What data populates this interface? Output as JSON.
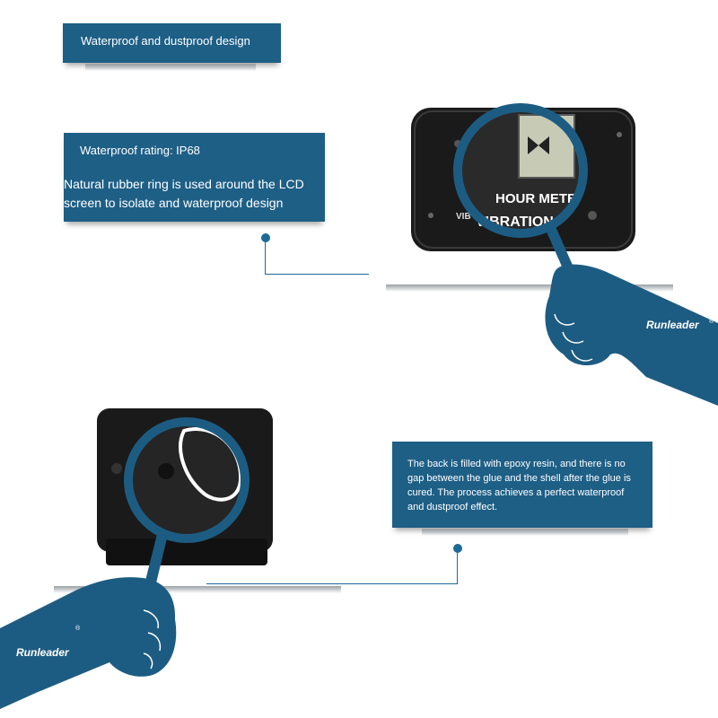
{
  "features": [
    {
      "title": "Waterproof and dustproof design"
    },
    {
      "title": "Waterproof rating: IP68",
      "body": "Natural rubber ring is used around the LCD\nscreen to isolate and waterproof design"
    },
    {
      "body": "The back is filled with epoxy resin, and there is no gap between the glue and the shell after the glue is cured. The process achieves a perfect waterproof and dustproof effect."
    }
  ],
  "device": {
    "line1": "HOUR METE",
    "line2": "VIBRATION",
    "line2_prefix": "VIB"
  },
  "brand": {
    "name": "Runleader",
    "mark": "®"
  },
  "colors": {
    "banner": "#1e5f86",
    "accent": "#1e6a96",
    "hand": "#1d5c82",
    "device": "#1a1a1a"
  }
}
